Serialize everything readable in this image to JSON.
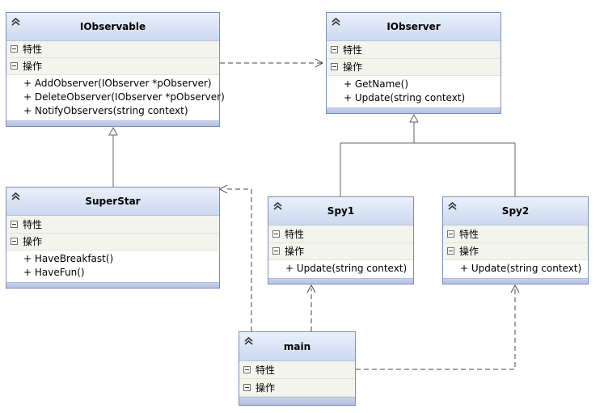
{
  "section_labels": {
    "attributes": "特性",
    "operations": "操作"
  },
  "classes": {
    "iobservable": {
      "name": "IObservable",
      "operations": [
        "+ AddObserver(IObserver *pObserver)",
        "+ DeleteObserver(IObserver *pObserver)",
        "+ NotifyObservers(string context)"
      ]
    },
    "iobserver": {
      "name": "IObserver",
      "operations": [
        "+ GetName()",
        "+ Update(string context)"
      ]
    },
    "superstar": {
      "name": "SuperStar",
      "operations": [
        "+ HaveBreakfast()",
        "+ HaveFun()"
      ]
    },
    "spy1": {
      "name": "Spy1",
      "operations": [
        "+ Update(string context)"
      ]
    },
    "spy2": {
      "name": "Spy2",
      "operations": [
        "+ Update(string context)"
      ]
    },
    "main": {
      "name": "main",
      "operations": []
    }
  },
  "colors": {
    "header_top": "#eaf0fb",
    "header_bottom": "#cdd8ef",
    "border": "#7b8db8",
    "section_bg": "#f4f4ee",
    "line": "#555555"
  },
  "icons": {
    "collapse": "double-chevron-up-icon",
    "section_toggle": "minus-box-icon"
  }
}
